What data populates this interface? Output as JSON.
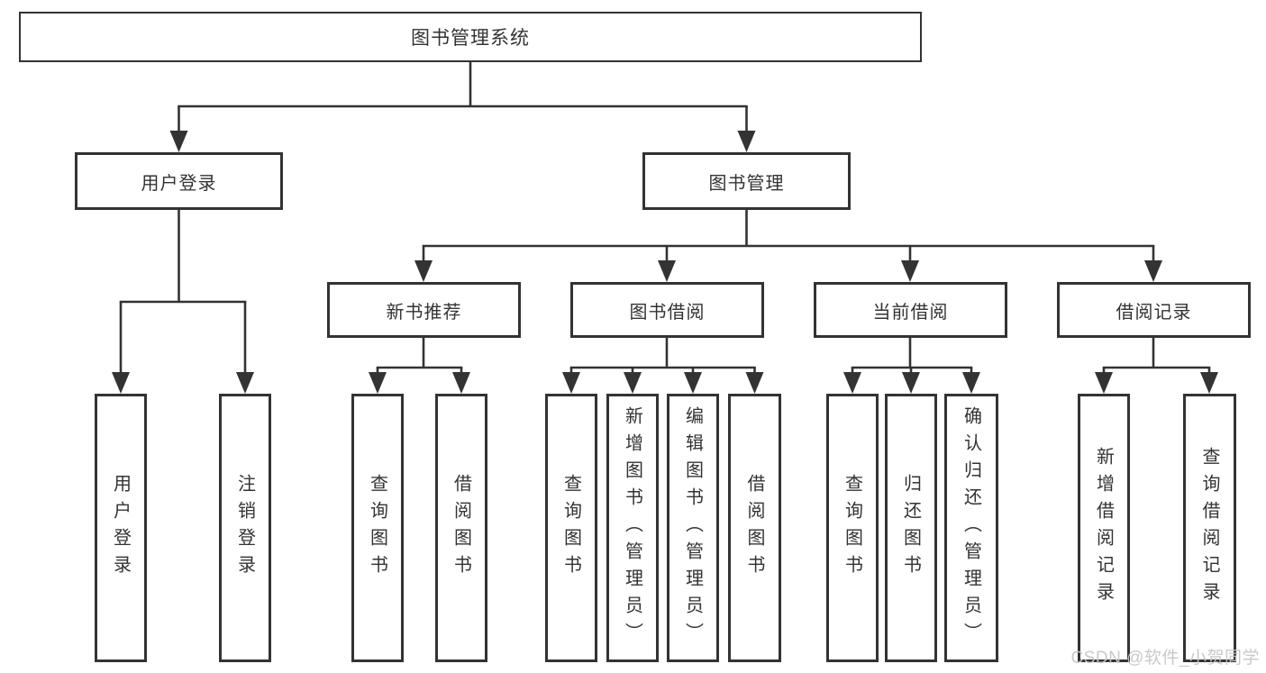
{
  "diagram_type": "functional-structure-tree",
  "colors": {
    "line": "#333333",
    "box_border": "#333333",
    "box_background": "#ffffff",
    "text": "#333333",
    "watermark": "#c6c6c6"
  },
  "tree": {
    "label": "图书管理系统",
    "children": [
      {
        "label": "用户登录",
        "children": [
          {
            "label": "用户登录"
          },
          {
            "label": "注销登录"
          }
        ]
      },
      {
        "label": "图书管理",
        "children": [
          {
            "label": "新书推荐",
            "children": [
              {
                "label": "查询图书"
              },
              {
                "label": "借阅图书"
              }
            ]
          },
          {
            "label": "图书借阅",
            "children": [
              {
                "label": "查询图书"
              },
              {
                "label": "新增图书（管理员）"
              },
              {
                "label": "编辑图书（管理员）"
              },
              {
                "label": "借阅图书"
              }
            ]
          },
          {
            "label": "当前借阅",
            "children": [
              {
                "label": "查询图书"
              },
              {
                "label": "归还图书"
              },
              {
                "label": "确认归还（管理员）"
              }
            ]
          },
          {
            "label": "借阅记录",
            "children": [
              {
                "label": "新增借阅记录"
              },
              {
                "label": "查询借阅记录"
              }
            ]
          }
        ]
      }
    ]
  },
  "watermark": {
    "text": "CSDN @软件_小贺同学"
  }
}
